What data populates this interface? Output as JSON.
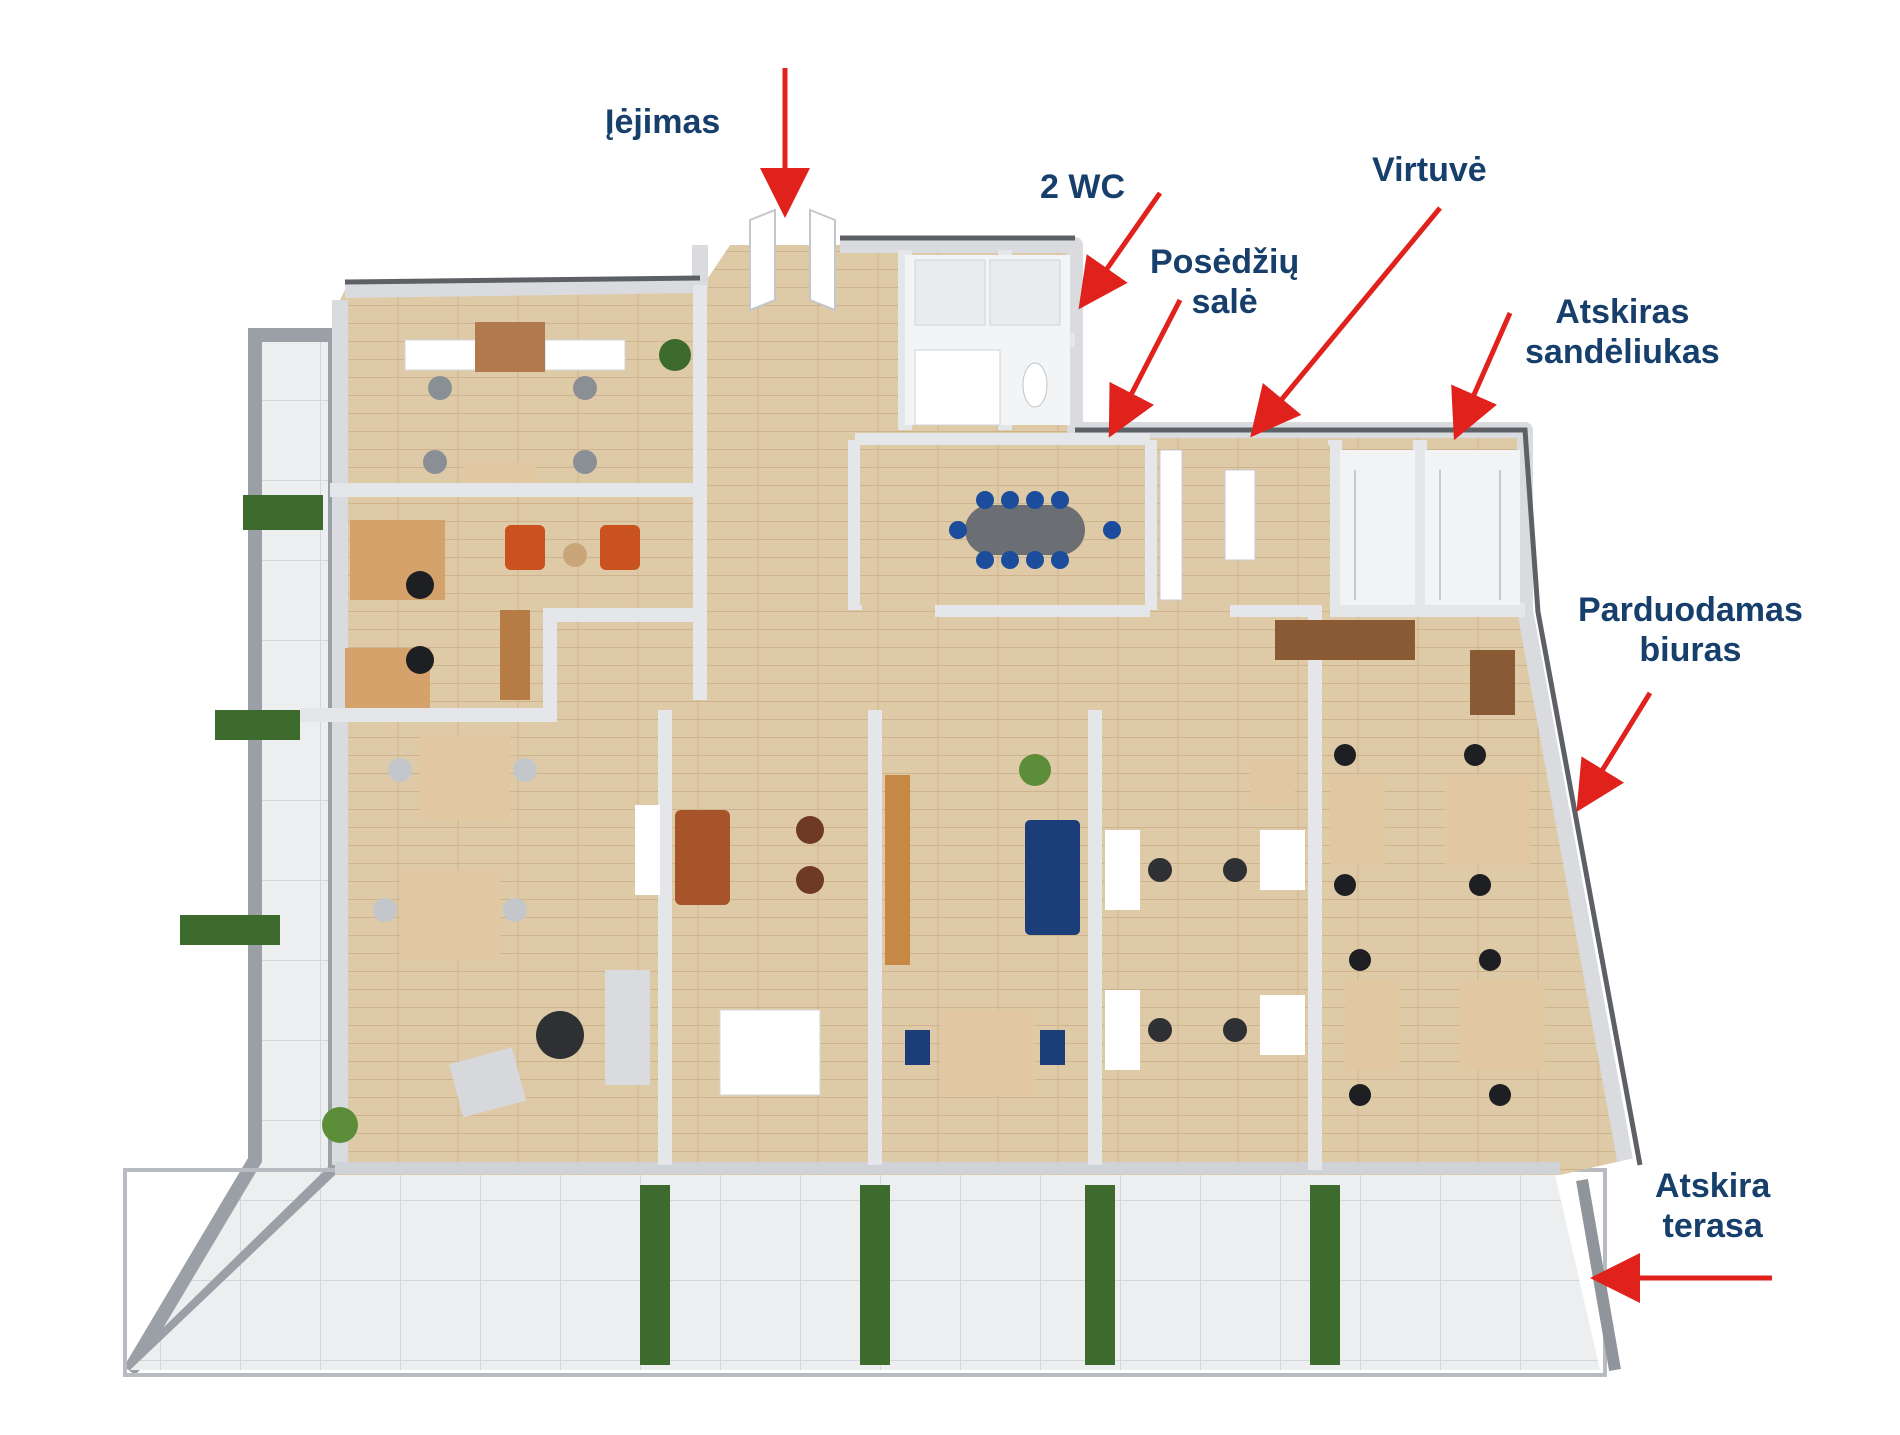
{
  "colors": {
    "label_text": "#173f6b",
    "arrow": "#e0211c",
    "wall": "#d9dbde",
    "wall_dark": "#5d6166",
    "floor": "#dcc7a4",
    "terrace": "#e8eaec",
    "plant": "#3d6b2e"
  },
  "labels": {
    "entrance": "Įėjimas",
    "wc": "2 WC",
    "meeting_room": [
      "Posėdžių",
      "salė"
    ],
    "kitchen": "Virtuvė",
    "storage": [
      "Atskiras",
      "sandėliukas"
    ],
    "office_for_sale": [
      "Parduodamas",
      "biuras"
    ],
    "terrace": [
      "Atskira",
      "terasa"
    ]
  }
}
